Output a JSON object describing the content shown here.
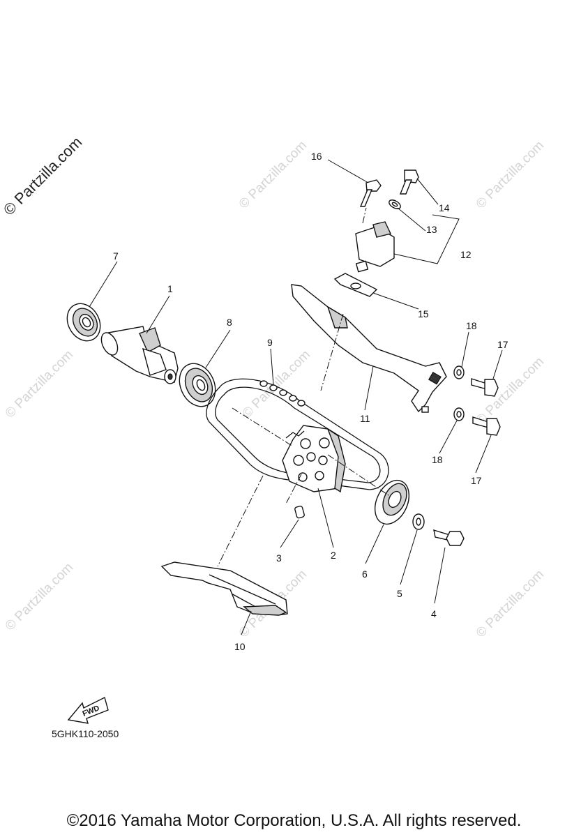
{
  "diagram": {
    "code": "5GHK110-2050",
    "copyright": "©2016 Yamaha Motor Corporation, U.S.A. All rights reserved.",
    "watermark_main": "© Partzilla.com",
    "watermark_faint": "© Partzilla.com",
    "fwd_label": "FWD"
  },
  "callouts": [
    {
      "number": "1",
      "part": "camshaft"
    },
    {
      "number": "2",
      "part": "cam-sprocket"
    },
    {
      "number": "3",
      "part": "dowel-pin"
    },
    {
      "number": "4",
      "part": "bolt"
    },
    {
      "number": "5",
      "part": "washer"
    },
    {
      "number": "6",
      "part": "sprocket-plate"
    },
    {
      "number": "7",
      "part": "bearing"
    },
    {
      "number": "8",
      "part": "bearing"
    },
    {
      "number": "9",
      "part": "cam-chain"
    },
    {
      "number": "10",
      "part": "chain-guide"
    },
    {
      "number": "11",
      "part": "tensioner-guide"
    },
    {
      "number": "12",
      "part": "tensioner-assembly"
    },
    {
      "number": "13",
      "part": "gasket"
    },
    {
      "number": "14",
      "part": "bolt"
    },
    {
      "number": "15",
      "part": "tensioner-gasket"
    },
    {
      "number": "16",
      "part": "bolt"
    },
    {
      "number": "17",
      "part": "bolt"
    },
    {
      "number": "17",
      "part": "bolt"
    },
    {
      "number": "18",
      "part": "washer"
    },
    {
      "number": "18",
      "part": "washer"
    }
  ]
}
